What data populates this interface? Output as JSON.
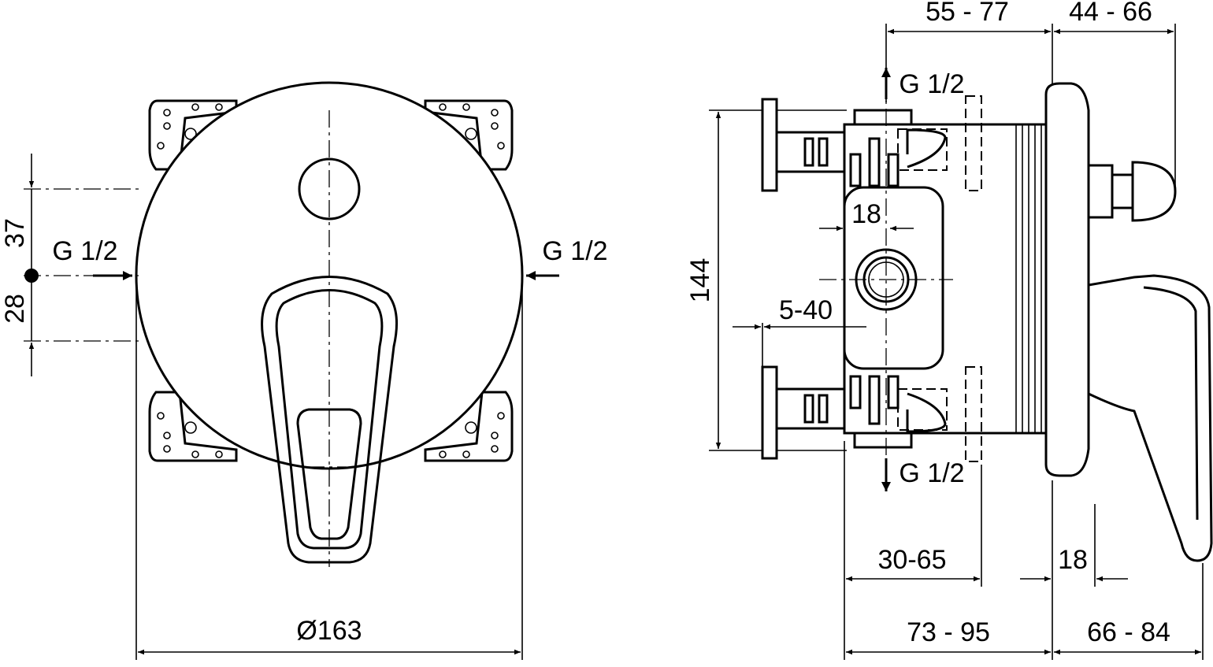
{
  "front_view": {
    "label_g_left": "G 1/2",
    "label_g_right": "G 1/2",
    "label_dim_37": "37",
    "label_dim_28": "28",
    "label_diameter": "Ø163"
  },
  "side_view": {
    "label_dim_55_77": "55 - 77",
    "label_dim_44_66": "44 - 66",
    "label_g_top": "G 1/2",
    "label_g_bottom": "G 1/2",
    "label_dim_144": "144",
    "label_dim_18_inner": "18",
    "label_dim_5_40": "5-40",
    "label_dim_30_65": "30-65",
    "label_dim_18_outer": "18",
    "label_dim_73_95": "73 - 95",
    "label_dim_66_84": "66 - 84"
  }
}
